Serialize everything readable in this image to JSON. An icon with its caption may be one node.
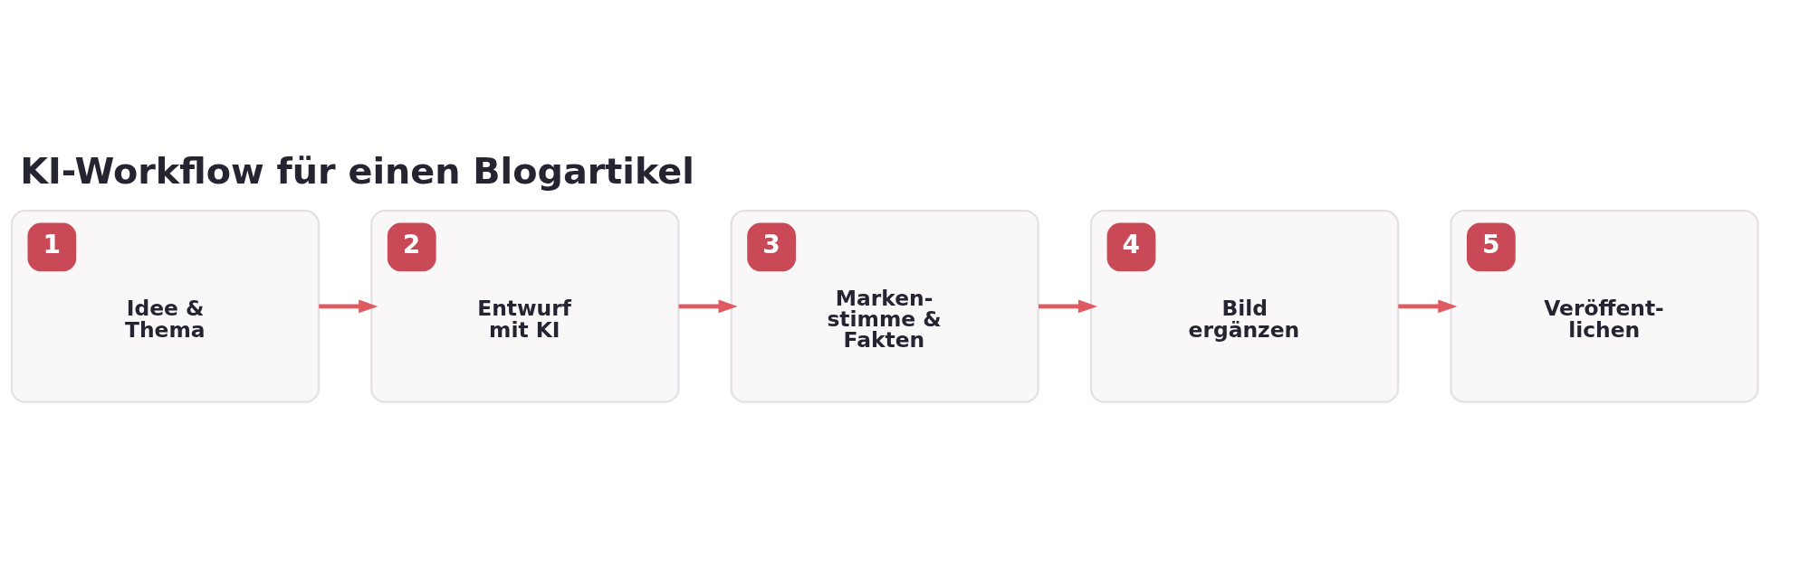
{
  "diagram": {
    "title": "KI-Workflow für einen Blogartikel",
    "nodes": [
      {
        "text": [
          "1",
          "Idee & Thema"
        ]
      },
      {
        "text": [
          "2",
          "Entwurf mit KI"
        ]
      },
      {
        "text": [
          "3",
          "Marken- stimme & Fakten"
        ]
      },
      {
        "text": [
          "4",
          "Bild ergänzen"
        ]
      },
      {
        "text": [
          "5",
          "Veröffent- lichen"
        ]
      }
    ],
    "edges": [
      {
        "from": 0,
        "to": 1,
        "arrow": "to"
      },
      {
        "from": 1,
        "to": 2,
        "arrow": "to"
      },
      {
        "from": 2,
        "to": 3,
        "arrow": "to"
      },
      {
        "from": 3,
        "to": 4,
        "arrow": "to"
      }
    ]
  }
}
